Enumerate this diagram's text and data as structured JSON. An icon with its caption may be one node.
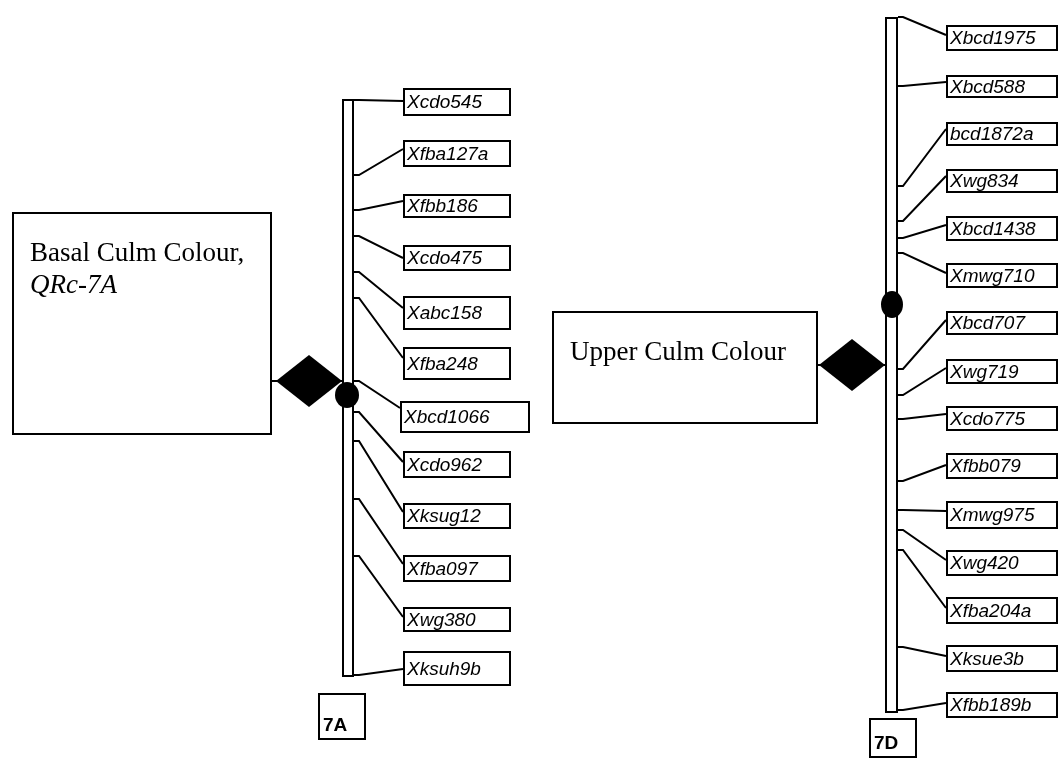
{
  "diagram": {
    "nodes": [
      {
        "text": [
          "Basal Culm Colour, *QRc-7A*"
        ]
      },
      {
        "text": [],
        "shape": "bar"
      },
      {
        "text": [],
        "shape": "circle"
      },
      {
        "text": [
          "Xcdo545"
        ]
      },
      {
        "text": [
          "Xfba127a"
        ]
      },
      {
        "text": [
          "Xfbb186"
        ]
      },
      {
        "text": [
          "Xcdo475"
        ]
      },
      {
        "text": [
          "Xabc158"
        ]
      },
      {
        "text": [
          "Xfba248"
        ]
      },
      {
        "text": [
          "Xbcd1066"
        ]
      },
      {
        "text": [
          "Xcdo962"
        ]
      },
      {
        "text": [
          "Xksug12"
        ]
      },
      {
        "text": [
          "Xfba097"
        ]
      },
      {
        "text": [
          "Xwg380"
        ]
      },
      {
        "text": [
          "Xksuh9b"
        ]
      },
      {
        "text": [
          "7A"
        ]
      },
      {
        "text": [
          "Upper Culm Colour"
        ]
      },
      {
        "text": [],
        "shape": "bar"
      },
      {
        "text": [],
        "shape": "circle"
      },
      {
        "text": [
          "Xbcd1975"
        ]
      },
      {
        "text": [
          "Xbcd588"
        ]
      },
      {
        "text": [
          "bcd1872a"
        ]
      },
      {
        "text": [
          "Xwg834"
        ]
      },
      {
        "text": [
          "Xbcd1438"
        ]
      },
      {
        "text": [
          "Xmwg710"
        ]
      },
      {
        "text": [
          "Xbcd707"
        ]
      },
      {
        "text": [
          "Xwg719"
        ]
      },
      {
        "text": [
          "Xcdo775"
        ]
      },
      {
        "text": [
          "Xfbb079"
        ]
      },
      {
        "text": [
          "Xmwg975"
        ]
      },
      {
        "text": [
          "Xwg420"
        ]
      },
      {
        "text": [
          "Xfba204a"
        ]
      },
      {
        "text": [
          "Xksue3b"
        ]
      },
      {
        "text": [
          "Xfbb189b"
        ]
      },
      {
        "text": [
          "7D"
        ]
      }
    ],
    "edges": [
      {
        "from": 0,
        "to": 1,
        "arrow": "other"
      },
      {
        "from": 1,
        "to": 3,
        "arrow": "none"
      },
      {
        "from": 1,
        "to": 4,
        "arrow": "none"
      },
      {
        "from": 1,
        "to": 5,
        "arrow": "none"
      },
      {
        "from": 1,
        "to": 6,
        "arrow": "none"
      },
      {
        "from": 1,
        "to": 7,
        "arrow": "none"
      },
      {
        "from": 1,
        "to": 8,
        "arrow": "none"
      },
      {
        "from": 1,
        "to": 9,
        "arrow": "none"
      },
      {
        "from": 1,
        "to": 10,
        "arrow": "none"
      },
      {
        "from": 1,
        "to": 11,
        "arrow": "none"
      },
      {
        "from": 1,
        "to": 12,
        "arrow": "none"
      },
      {
        "from": 1,
        "to": 13,
        "arrow": "none"
      },
      {
        "from": 1,
        "to": 14,
        "arrow": "none"
      },
      {
        "from": 16,
        "to": 17,
        "arrow": "other"
      },
      {
        "from": 17,
        "to": 19,
        "arrow": "none"
      },
      {
        "from": 17,
        "to": 20,
        "arrow": "none"
      },
      {
        "from": 17,
        "to": 21,
        "arrow": "none"
      },
      {
        "from": 17,
        "to": 22,
        "arrow": "none"
      },
      {
        "from": 17,
        "to": 23,
        "arrow": "none"
      },
      {
        "from": 17,
        "to": 24,
        "arrow": "none"
      },
      {
        "from": 17,
        "to": 25,
        "arrow": "none"
      },
      {
        "from": 17,
        "to": 26,
        "arrow": "none"
      },
      {
        "from": 17,
        "to": 27,
        "arrow": "none"
      },
      {
        "from": 17,
        "to": 28,
        "arrow": "none"
      },
      {
        "from": 17,
        "to": 29,
        "arrow": "none"
      },
      {
        "from": 17,
        "to": 30,
        "arrow": "none"
      },
      {
        "from": 17,
        "to": 31,
        "arrow": "none"
      },
      {
        "from": 17,
        "to": 32,
        "arrow": "none"
      },
      {
        "from": 17,
        "to": 33,
        "arrow": "none"
      }
    ]
  }
}
